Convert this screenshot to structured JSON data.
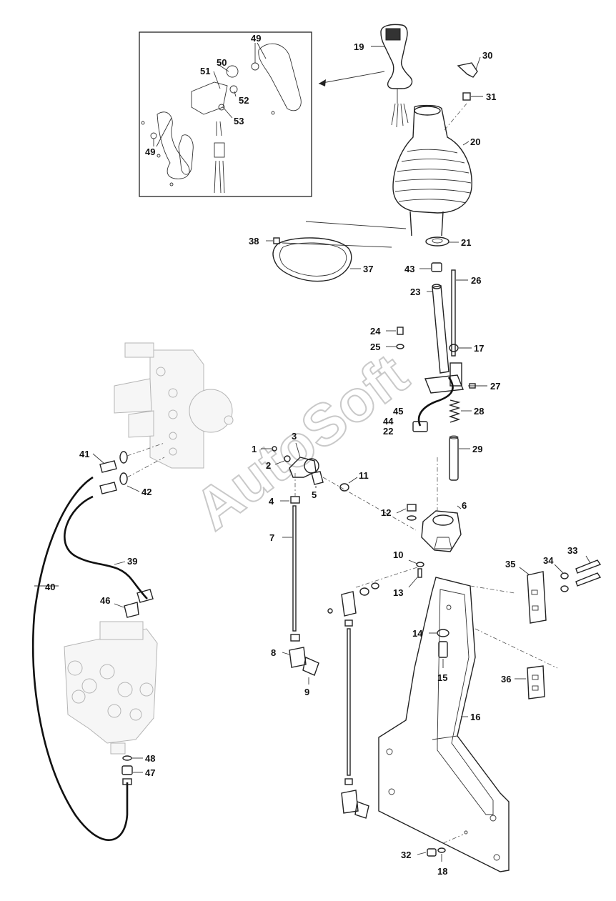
{
  "watermark": "AutoSoft",
  "labels": {
    "l1": "1",
    "l2": "2",
    "l3": "3",
    "l4": "4",
    "l5": "5",
    "l6": "6",
    "l7": "7",
    "l8": "8",
    "l9": "9",
    "l10": "10",
    "l11": "11",
    "l12": "12",
    "l13": "13",
    "l14": "14",
    "l15": "15",
    "l16": "16",
    "l17": "17",
    "l18": "18",
    "l19": "19",
    "l20": "20",
    "l21": "21",
    "l22": "22",
    "l23": "23",
    "l24": "24",
    "l25": "25",
    "l26": "26",
    "l27": "27",
    "l28": "28",
    "l29": "29",
    "l30": "30",
    "l31": "31",
    "l32": "32",
    "l33": "33",
    "l34": "34",
    "l35": "35",
    "l36": "36",
    "l37": "37",
    "l38": "38",
    "l39": "39",
    "l40": "40",
    "l41": "41",
    "l42": "42",
    "l43": "43",
    "l44": "44",
    "l45": "45",
    "l46": "46",
    "l47": "47",
    "l48": "48",
    "l49a": "49",
    "l49b": "49",
    "l50": "50",
    "l51": "51",
    "l52": "52",
    "l53": "53"
  }
}
